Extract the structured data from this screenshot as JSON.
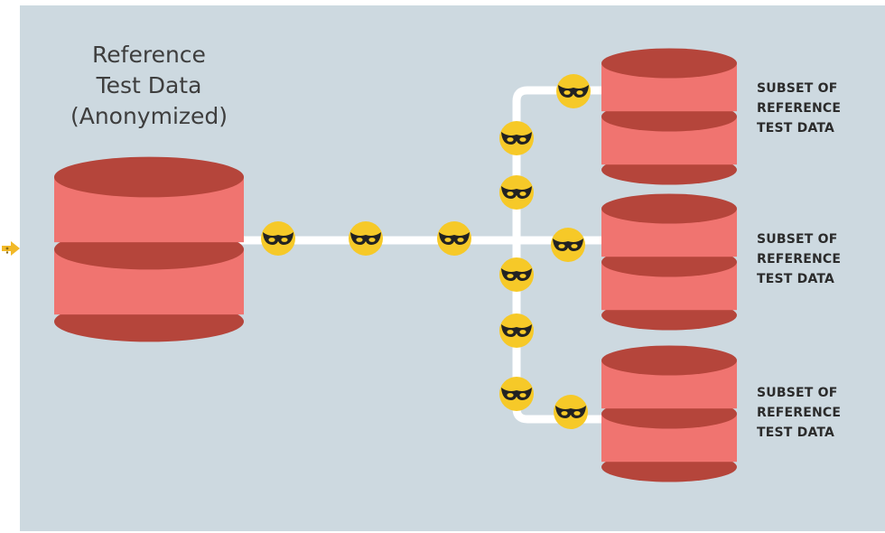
{
  "diagram": {
    "source": {
      "title_lines": [
        "Reference",
        "Test Data",
        "(Anonymized)"
      ]
    },
    "subsets": [
      {
        "label_lines": [
          "SUBSET OF",
          "REFERENCE",
          "TEST DATA"
        ]
      },
      {
        "label_lines": [
          "SUBSET OF",
          "REFERENCE",
          "TEST DATA"
        ]
      },
      {
        "label_lines": [
          "SUBSET OF",
          "REFERENCE",
          "TEST DATA"
        ]
      }
    ],
    "colors": {
      "background": "#cdd9e0",
      "db_top": "#b5453b",
      "db_body": "#f07470",
      "connector": "#ffffff",
      "mask_token": "#f6c928",
      "mask": "#222222",
      "pointer": "#f2b928"
    },
    "icons": [
      "database-icon",
      "mask-token-icon",
      "hand-pointer-icon"
    ]
  }
}
